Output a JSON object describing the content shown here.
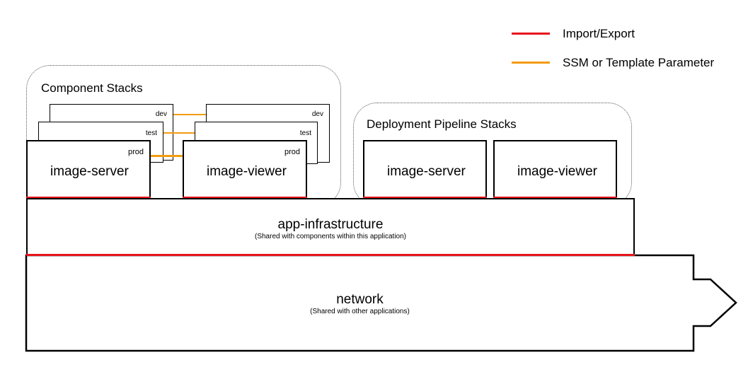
{
  "legend": {
    "items": [
      {
        "label": "Import/Export",
        "color": "#e8141b"
      },
      {
        "label": "SSM or Template Parameter",
        "color": "#f39c12"
      }
    ]
  },
  "component_group": {
    "title": "Component Stacks",
    "environments": [
      "dev",
      "test",
      "prod"
    ],
    "stacks": [
      "image-server",
      "image-viewer"
    ]
  },
  "pipeline_group": {
    "title": "Deployment Pipeline Stacks",
    "stacks": [
      "image-server",
      "image-viewer"
    ]
  },
  "app_infrastructure": {
    "title": "app-infrastructure",
    "subtitle": "(Shared with components within this application)"
  },
  "network": {
    "title": "network",
    "subtitle": "(Shared with other applications)"
  }
}
